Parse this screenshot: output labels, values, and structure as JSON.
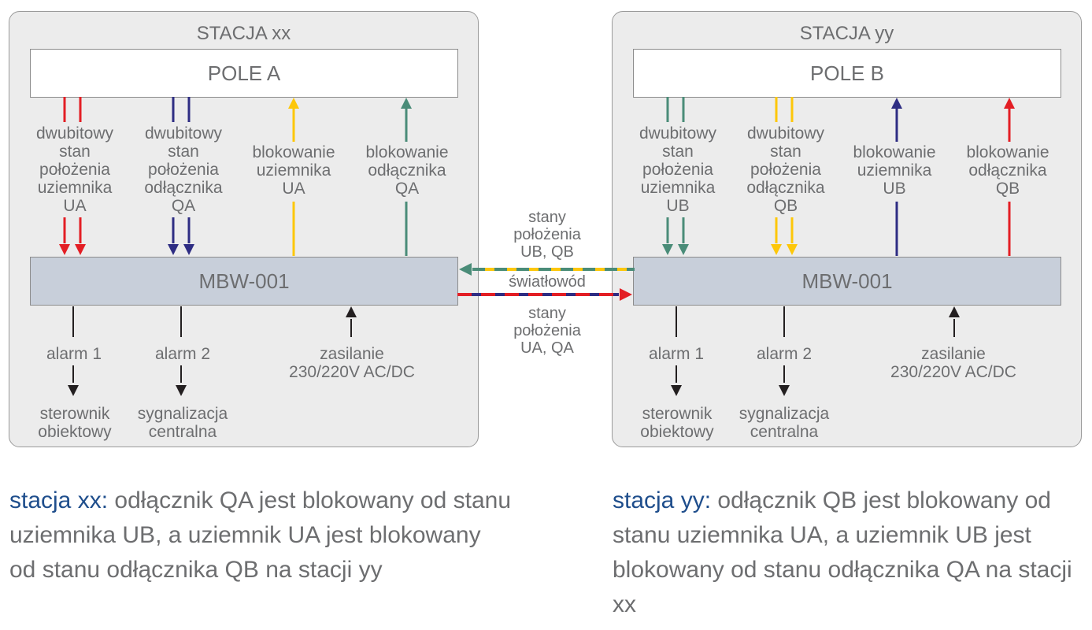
{
  "colors": {
    "red": "#e31e24",
    "navy": "#2e2d83",
    "yellow": "#fdc70a",
    "teal": "#4a8c78",
    "black": "#231f20",
    "station_bg": "#ececec",
    "mbw_bg": "#c8cfda",
    "text": "#6d6e70",
    "highlight": "#1f4e8c"
  },
  "stations": [
    {
      "title": "STACJA xx",
      "pole": "POLE A",
      "device": "MBW-001",
      "signals": [
        {
          "lines": [
            "dwubitowy",
            "stan",
            "położenia",
            "uziemnika",
            "UA"
          ],
          "color": "red",
          "direction": "down"
        },
        {
          "lines": [
            "dwubitowy",
            "stan",
            "położenia",
            "odłącznika",
            "QA"
          ],
          "color": "navy",
          "direction": "down"
        },
        {
          "lines": [
            "blokowanie",
            "uziemnika",
            "UA"
          ],
          "color": "yellow",
          "direction": "up"
        },
        {
          "lines": [
            "blokowanie",
            "odłącznika",
            "QA"
          ],
          "color": "teal",
          "direction": "up"
        }
      ],
      "outputs": [
        {
          "label": "alarm 1",
          "target": [
            "sterownik",
            "obiektowy"
          ]
        },
        {
          "label": "alarm 2",
          "target": [
            "sygnalizacja",
            "centralna"
          ]
        }
      ],
      "power": [
        "zasilanie",
        "230/220V AC/DC"
      ]
    },
    {
      "title": "STACJA yy",
      "pole": "POLE B",
      "device": "MBW-001",
      "signals": [
        {
          "lines": [
            "dwubitowy",
            "stan",
            "położenia",
            "uziemnika",
            "UB"
          ],
          "color": "teal",
          "direction": "down"
        },
        {
          "lines": [
            "dwubitowy",
            "stan",
            "położenia",
            "odłącznika",
            "QB"
          ],
          "color": "yellow",
          "direction": "down"
        },
        {
          "lines": [
            "blokowanie",
            "uziemnika",
            "UB"
          ],
          "color": "navy",
          "direction": "up"
        },
        {
          "lines": [
            "blokowanie",
            "odłącznika",
            "QB"
          ],
          "color": "red",
          "direction": "up"
        }
      ],
      "outputs": [
        {
          "label": "alarm 1",
          "target": [
            "sterownik",
            "obiektowy"
          ]
        },
        {
          "label": "alarm 2",
          "target": [
            "sygnalizacja",
            "centralna"
          ]
        }
      ],
      "power": [
        "zasilanie",
        "230/220V AC/DC"
      ]
    }
  ],
  "link": {
    "top": [
      "stany",
      "położenia",
      "UB, QB"
    ],
    "middle": "światłowód",
    "bottom": [
      "stany",
      "położenia",
      "UA, QA"
    ]
  },
  "descriptions": [
    {
      "highlight": "stacja xx:",
      "text": " odłącznik QA jest blokowany od stanu uziemnika UB, a uziemnik UA jest blokowany od stanu odłącznika QB na stacji yy"
    },
    {
      "highlight": "stacja yy:",
      "text": " odłącznik QB jest blokowany od stanu uziemnika UA, a uziemnik UB jest blokowany od stanu odłącznika QA na stacji xx"
    }
  ]
}
